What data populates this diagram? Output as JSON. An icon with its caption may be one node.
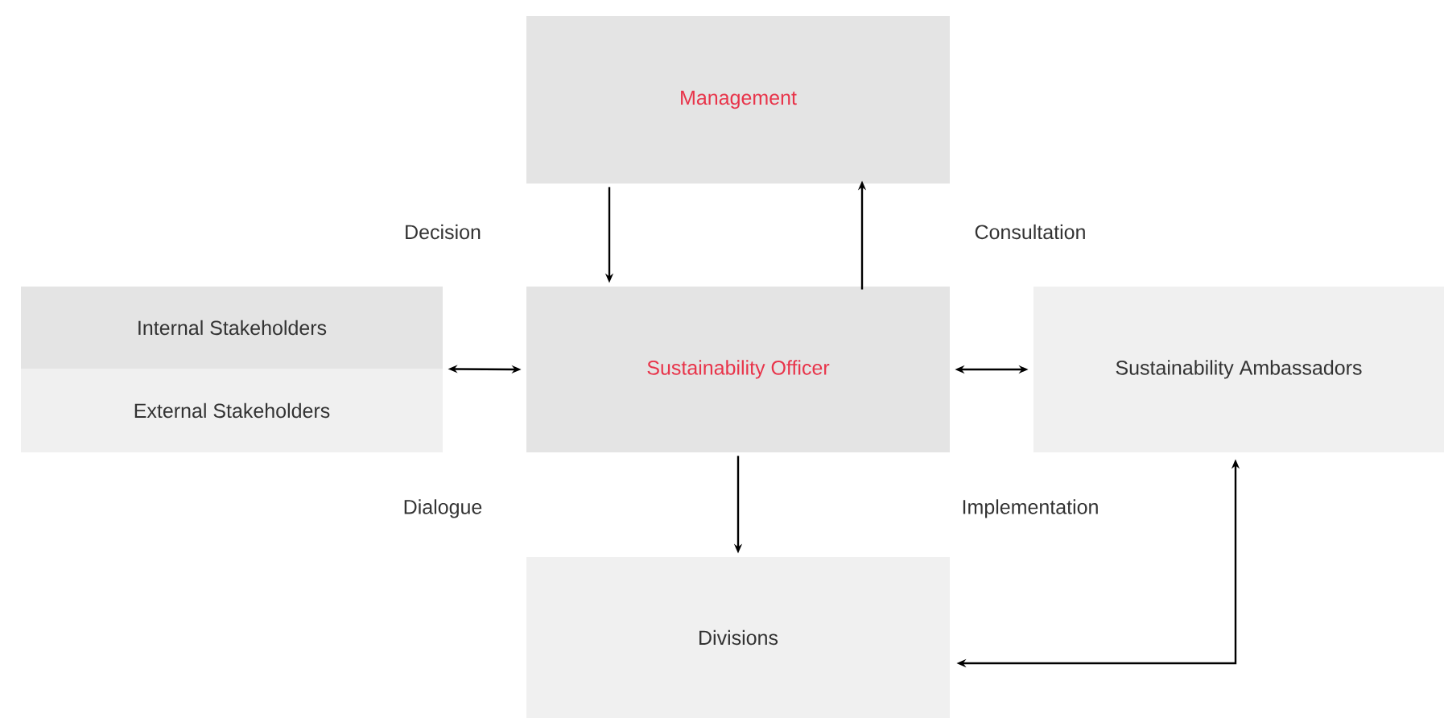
{
  "diagram": {
    "nodes": [
      {
        "text": [
          "Management"
        ]
      },
      {
        "text": [
          "Internal Stakeholders"
        ]
      },
      {
        "text": [
          "External Stakeholders"
        ]
      },
      {
        "text": [
          "Sustainability Officer"
        ]
      },
      {
        "text": [
          "Sustainability Ambassadors"
        ]
      },
      {
        "text": [
          "Divisions"
        ]
      }
    ],
    "edges": [
      {
        "from": 0,
        "to": 3,
        "arrow": "to"
      },
      {
        "from": 3,
        "to": 0,
        "arrow": "to"
      },
      {
        "from": 1,
        "to": 3,
        "arrow": "both"
      },
      {
        "from": 2,
        "to": 3,
        "arrow": "both"
      },
      {
        "from": 3,
        "to": 4,
        "arrow": "both"
      },
      {
        "from": 3,
        "to": 5,
        "arrow": "to"
      },
      {
        "from": 5,
        "to": 4,
        "arrow": "both"
      }
    ],
    "labels": [
      "Decision",
      "Consultation",
      "Dialogue",
      "Implementation"
    ]
  }
}
